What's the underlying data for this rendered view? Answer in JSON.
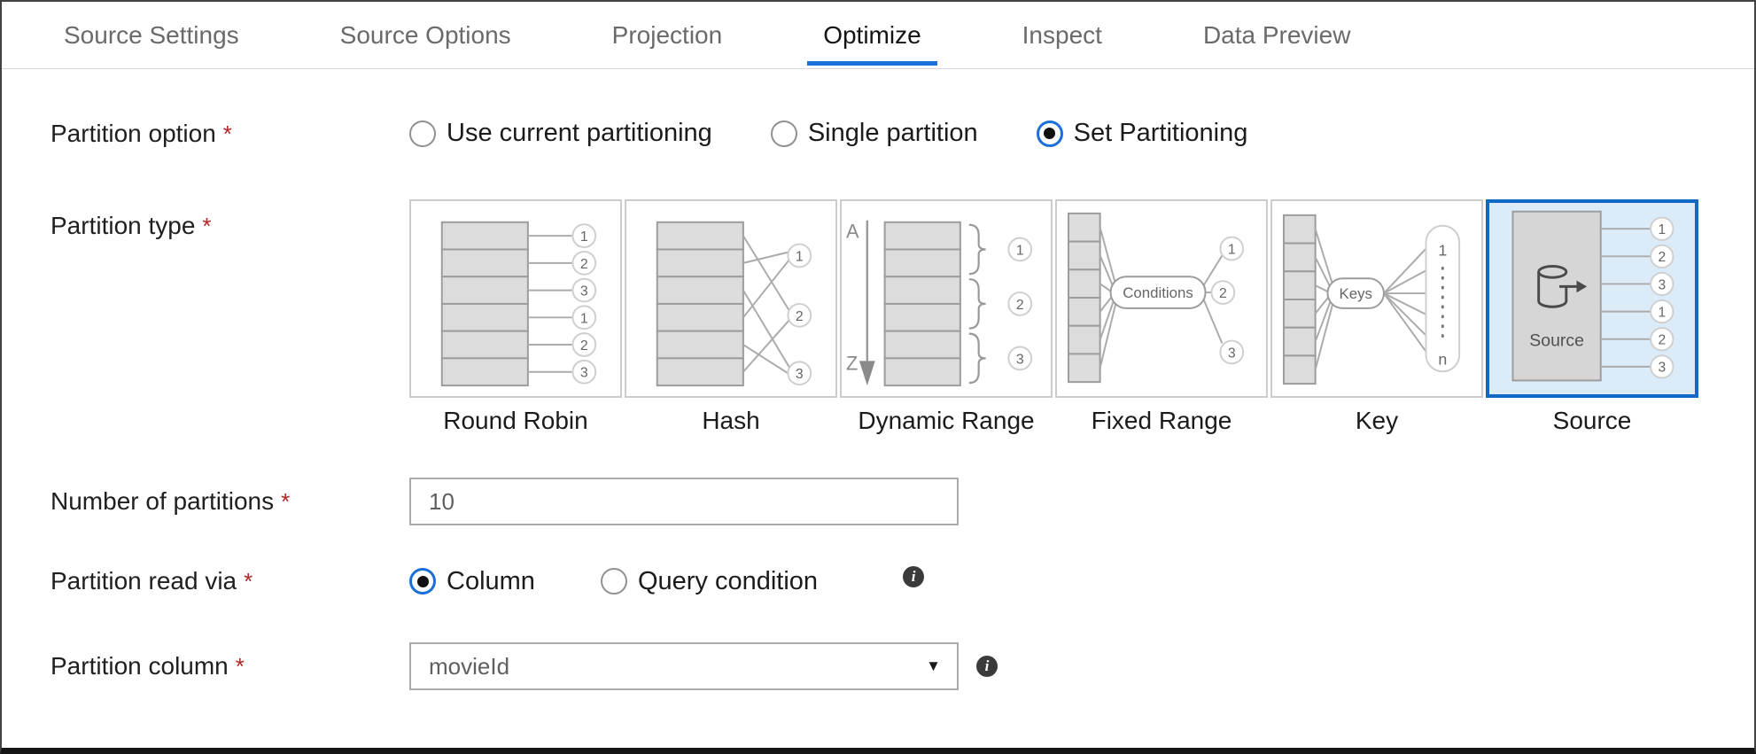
{
  "tabs": {
    "items": [
      {
        "label": "Source Settings",
        "active": false
      },
      {
        "label": "Source Options",
        "active": false
      },
      {
        "label": "Projection",
        "active": false
      },
      {
        "label": "Optimize",
        "active": true
      },
      {
        "label": "Inspect",
        "active": false
      },
      {
        "label": "Data Preview",
        "active": false
      }
    ]
  },
  "form": {
    "partition_option": {
      "label": "Partition option",
      "required_mark": "*",
      "options": [
        {
          "label": "Use current partitioning",
          "selected": false
        },
        {
          "label": "Single partition",
          "selected": false
        },
        {
          "label": "Set Partitioning",
          "selected": true
        }
      ]
    },
    "partition_type": {
      "label": "Partition type",
      "required_mark": "*",
      "cards": [
        {
          "name": "Round Robin",
          "selected": false,
          "outputs": [
            "1",
            "2",
            "3",
            "1",
            "2",
            "3"
          ]
        },
        {
          "name": "Hash",
          "selected": false,
          "outputs": [
            "1",
            "2",
            "3"
          ]
        },
        {
          "name": "Dynamic Range",
          "selected": false,
          "outputs": [
            "1",
            "2",
            "3"
          ],
          "annotations": {
            "top": "A",
            "bottom": "Z"
          }
        },
        {
          "name": "Fixed Range",
          "selected": false,
          "outputs": [
            "1",
            "2",
            "3"
          ],
          "node_label": "Conditions"
        },
        {
          "name": "Key",
          "selected": false,
          "node_label": "Keys",
          "range": {
            "first": "1",
            "last": "n"
          }
        },
        {
          "name": "Source",
          "selected": true,
          "outputs": [
            "1",
            "2",
            "3",
            "1",
            "2",
            "3"
          ],
          "node_label": "Source"
        }
      ]
    },
    "number_of_partitions": {
      "label": "Number of partitions",
      "required_mark": "*",
      "value": "10"
    },
    "partition_read_via": {
      "label": "Partition read via",
      "required_mark": "*",
      "options": [
        {
          "label": "Column",
          "selected": true
        },
        {
          "label": "Query condition",
          "selected": false
        }
      ],
      "has_info_icon": true
    },
    "partition_column": {
      "label": "Partition column",
      "required_mark": "*",
      "value": "movieId",
      "has_info_icon": true
    }
  },
  "glyphs": {
    "caret_down": "▼",
    "info": "i"
  },
  "colors": {
    "accent_blue": "#1b6fd8",
    "selected_card_border": "#1169c6",
    "selected_card_bg": "#dcebf8",
    "required_red": "#b32424"
  }
}
